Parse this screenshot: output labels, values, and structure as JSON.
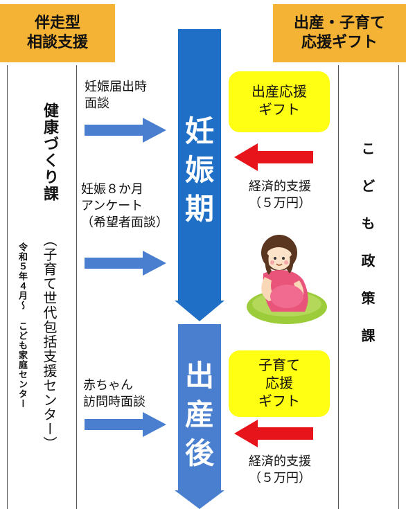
{
  "headers": {
    "left": [
      "伴走型",
      "相談支援"
    ],
    "right": [
      "出産・子育て",
      "応援ギフト"
    ]
  },
  "left_column": {
    "title": "健康づくり課",
    "subtitle": "（子育て世代包括支援センター）",
    "note": "令和５年４月～ こども家庭センター"
  },
  "right_column": {
    "title": "こども政策課"
  },
  "consult_labels": {
    "pregnancy_notice": [
      "妊娠届出時",
      "面談"
    ],
    "eight_months": [
      "妊娠８か月",
      "アンケート",
      "（希望者面談）"
    ],
    "baby_visit": [
      "赤ちゃん",
      "訪問時面談"
    ]
  },
  "phases": {
    "pregnancy": "妊娠期",
    "postpartum": "出産後"
  },
  "gifts": {
    "birth": [
      "出産応援",
      "ギフト"
    ],
    "childcare": [
      "子育て",
      "応援",
      "ギフト"
    ]
  },
  "support": {
    "first": [
      "経済的支援",
      "（５万円）"
    ],
    "second": [
      "経済的支援",
      "（５万円）"
    ]
  },
  "colors": {
    "header": "#f5b335",
    "phase_pregnancy": "#1f6fc6",
    "phase_postpartum": "#4a7fd0",
    "blue_arrow": "#4a7fd0",
    "red_arrow": "#e8141b",
    "gift_box": "#ffff14"
  },
  "icons": {
    "consult_arrow": "right-arrow-icon",
    "support_arrow": "left-arrow-icon",
    "pregnant_woman": "pregnant-woman-illustration"
  }
}
